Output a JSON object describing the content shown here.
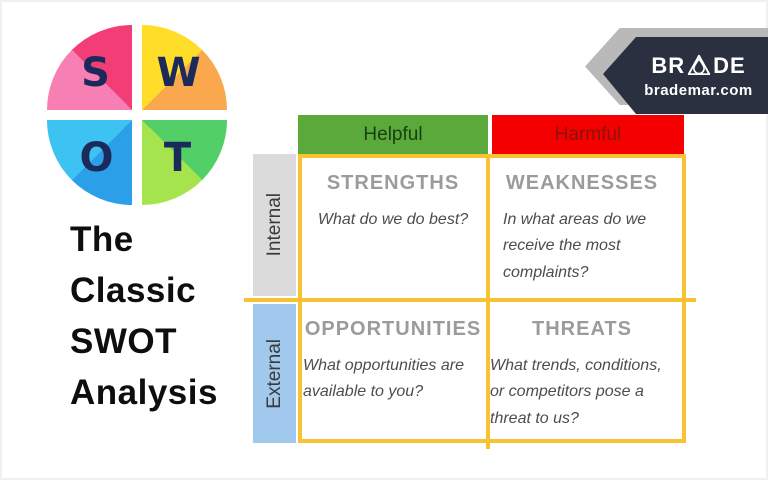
{
  "logo": {
    "quadrants": [
      {
        "letter": "S",
        "colors": [
          "#f87fb3",
          "#f33d76"
        ]
      },
      {
        "letter": "W",
        "colors": [
          "#ffdd28",
          "#f9a84d"
        ]
      },
      {
        "letter": "O",
        "colors": [
          "#3cc3f1",
          "#2ba0e8"
        ]
      },
      {
        "letter": "T",
        "colors": [
          "#a5e44c",
          "#53cf68"
        ]
      }
    ],
    "letter_color": "#1b2a5a"
  },
  "title": {
    "line1": "The",
    "line2": "Classic",
    "line3": "SWOT",
    "line4": "Analysis"
  },
  "badge": {
    "brand_left": "BR",
    "brand_right": "DE",
    "logo_icon": "triangle-drop",
    "domain": "brademar.com",
    "bg_color": "#2a3040",
    "back_color": "#b9b9b9"
  },
  "matrix": {
    "border_color": "#f8c232",
    "column_headers": [
      {
        "label": "Helpful",
        "bg": "#5ba83b"
      },
      {
        "label": "Harmful",
        "bg": "#f40000"
      }
    ],
    "row_headers": [
      {
        "label": "Internal",
        "bg": "#dbdbdb"
      },
      {
        "label": "External",
        "bg": "#a0c9ed"
      }
    ],
    "cells": [
      {
        "title": "STRENGTHS",
        "question": "What do we do best?"
      },
      {
        "title": "WEAKNESSES",
        "question": "In what areas do we receive the most complaints?"
      },
      {
        "title": "OPPORTUNITIES",
        "question": "What opportunities are available to you?"
      },
      {
        "title": "THREATS",
        "question": "What trends, conditions, or competitors pose a threat to us?"
      }
    ]
  }
}
